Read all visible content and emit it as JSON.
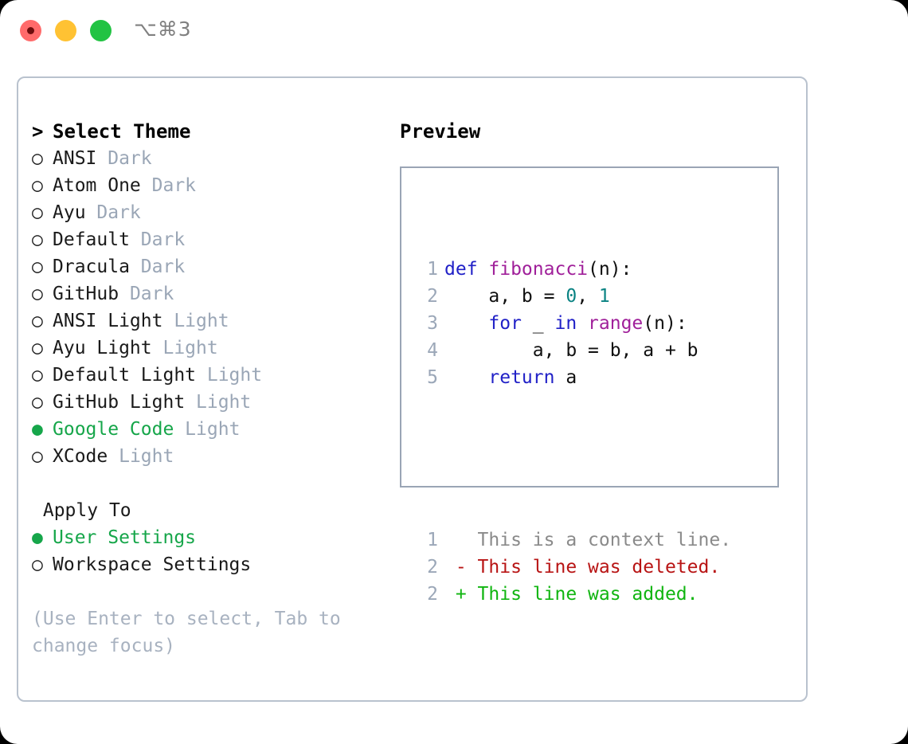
{
  "titlebar": {
    "shortcut": "⌥⌘3",
    "lights": [
      {
        "name": "close",
        "color": "#ff6b6b"
      },
      {
        "name": "minimize",
        "color": "#ffc233"
      },
      {
        "name": "zoom",
        "color": "#22c343"
      }
    ]
  },
  "theme_picker": {
    "prompt": ">",
    "heading": "Select Theme",
    "marker_unselected": "○",
    "marker_selected": "●",
    "items": [
      {
        "marker": "○",
        "label": "ANSI",
        "variant": "Dark",
        "selected": false
      },
      {
        "marker": "○",
        "label": "Atom One",
        "variant": "Dark",
        "selected": false
      },
      {
        "marker": "○",
        "label": "Ayu",
        "variant": "Dark",
        "selected": false
      },
      {
        "marker": "○",
        "label": "Default",
        "variant": "Dark",
        "selected": false
      },
      {
        "marker": "○",
        "label": "Dracula",
        "variant": "Dark",
        "selected": false
      },
      {
        "marker": "○",
        "label": "GitHub",
        "variant": "Dark",
        "selected": false
      },
      {
        "marker": "○",
        "label": "ANSI Light",
        "variant": "Light",
        "selected": false
      },
      {
        "marker": "○",
        "label": "Ayu Light",
        "variant": "Light",
        "selected": false
      },
      {
        "marker": "○",
        "label": "Default Light",
        "variant": "Light",
        "selected": false
      },
      {
        "marker": "○",
        "label": "GitHub Light",
        "variant": "Light",
        "selected": false
      },
      {
        "marker": "●",
        "label": "Google Code",
        "variant": "Light",
        "selected": true
      },
      {
        "marker": "○",
        "label": "XCode",
        "variant": "Light",
        "selected": false
      }
    ]
  },
  "apply_to": {
    "heading": "Apply To",
    "items": [
      {
        "marker": "●",
        "label": "User Settings",
        "selected": true
      },
      {
        "marker": "○",
        "label": "Workspace Settings",
        "selected": false
      }
    ]
  },
  "hint": "(Use Enter to select, Tab to change focus)",
  "preview": {
    "title": "Preview",
    "code_lines": [
      {
        "n": "1",
        "tokens": [
          {
            "t": "def ",
            "c": "kw"
          },
          {
            "t": "fibonacci",
            "c": "fn"
          },
          {
            "t": "(n):",
            "c": "plain"
          }
        ]
      },
      {
        "n": "2",
        "tokens": [
          {
            "t": "    a, b = ",
            "c": "plain"
          },
          {
            "t": "0",
            "c": "num"
          },
          {
            "t": ", ",
            "c": "plain"
          },
          {
            "t": "1",
            "c": "num"
          }
        ]
      },
      {
        "n": "3",
        "tokens": [
          {
            "t": "    ",
            "c": "plain"
          },
          {
            "t": "for",
            "c": "kw"
          },
          {
            "t": " _ ",
            "c": "plain"
          },
          {
            "t": "in",
            "c": "kw"
          },
          {
            "t": " ",
            "c": "plain"
          },
          {
            "t": "range",
            "c": "fn"
          },
          {
            "t": "(n):",
            "c": "plain"
          }
        ]
      },
      {
        "n": "4",
        "tokens": [
          {
            "t": "        a, b = b, a + b",
            "c": "plain"
          }
        ]
      },
      {
        "n": "5",
        "tokens": [
          {
            "t": "    ",
            "c": "plain"
          },
          {
            "t": "return",
            "c": "kw"
          },
          {
            "t": " a",
            "c": "plain"
          }
        ]
      }
    ],
    "diff_lines": [
      {
        "n": "1",
        "sign": " ",
        "text": " This is a context line.",
        "c": "ctx"
      },
      {
        "n": "2",
        "sign": "-",
        "text": " This line was deleted.",
        "c": "del"
      },
      {
        "n": "2",
        "sign": "+",
        "text": " This line was added.",
        "c": "add"
      }
    ]
  }
}
